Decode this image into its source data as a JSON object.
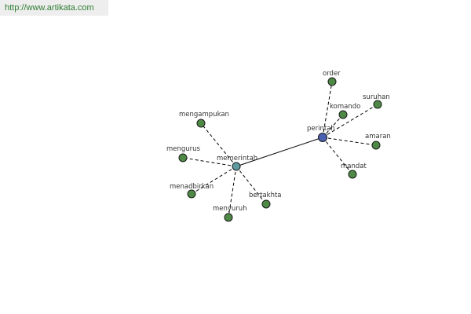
{
  "watermark": {
    "url_text": "http://www.artikata.com"
  },
  "colors": {
    "leaf_node": "#4e8a45",
    "hub_memerintah": "#5f9aa0",
    "hub_perintah": "#4a60b0",
    "node_stroke": "#1a1a1a"
  },
  "graph": {
    "hubs": [
      {
        "id": "memerintah",
        "label": "memerintah"
      },
      {
        "id": "perintah",
        "label": "perintah"
      }
    ],
    "hub_link": [
      "memerintah",
      "perintah"
    ],
    "leaves": [
      {
        "id": "mengampukan",
        "label": "mengampukan",
        "hub": "memerintah"
      },
      {
        "id": "mengurus",
        "label": "mengurus",
        "hub": "memerintah"
      },
      {
        "id": "menadbirkan",
        "label": "menadbirkan",
        "hub": "memerintah"
      },
      {
        "id": "menyuruh",
        "label": "menyuruh",
        "hub": "memerintah"
      },
      {
        "id": "bertakhta",
        "label": "bertakhta",
        "hub": "memerintah"
      },
      {
        "id": "order",
        "label": "order",
        "hub": "perintah"
      },
      {
        "id": "komando",
        "label": "komando",
        "hub": "perintah"
      },
      {
        "id": "suruhan",
        "label": "suruhan",
        "hub": "perintah"
      },
      {
        "id": "amaran",
        "label": "amaran",
        "hub": "perintah"
      },
      {
        "id": "mandat",
        "label": "mandat",
        "hub": "perintah"
      }
    ]
  }
}
